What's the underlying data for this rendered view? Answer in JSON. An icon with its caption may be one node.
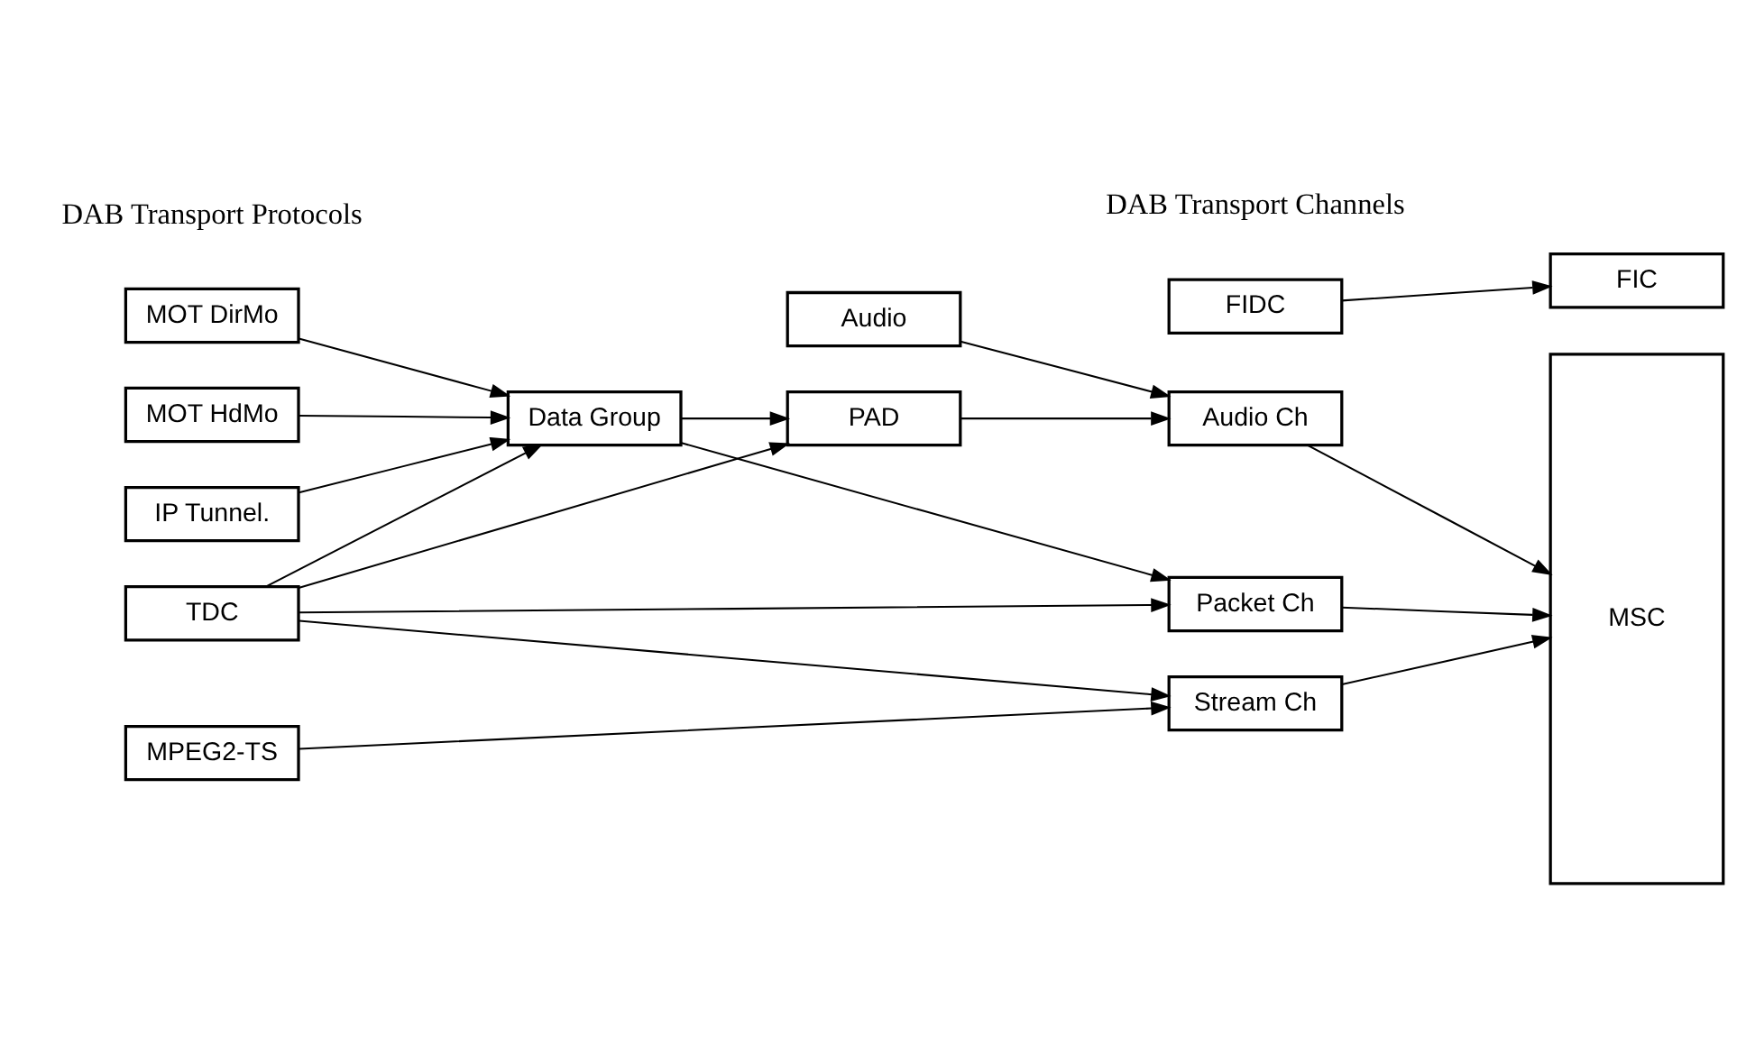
{
  "diagram": {
    "nodes": [
      {
        "text": [
          "FIDC"
        ]
      },
      {
        "text": [
          "FIC"
        ]
      },
      {
        "text": [
          "Audio"
        ]
      },
      {
        "text": [
          "PAD"
        ]
      },
      {
        "text": [
          "Audio Ch"
        ]
      },
      {
        "text": [
          "MOT DirMo"
        ]
      },
      {
        "text": [
          "Data Group"
        ]
      },
      {
        "text": [
          "Packet Ch"
        ]
      },
      {
        "text": [
          "MSC"
        ]
      },
      {
        "text": [
          "MOT HdMo"
        ]
      },
      {
        "text": [
          "IP Tunnel."
        ]
      },
      {
        "text": [
          "TDC"
        ]
      },
      {
        "text": [
          "Stream Ch"
        ]
      },
      {
        "text": [
          "MPEG2-TS"
        ]
      }
    ],
    "edges": [
      {
        "from": 0,
        "to": 1,
        "arrow": "to"
      },
      {
        "from": 2,
        "to": 4,
        "arrow": "to"
      },
      {
        "from": 3,
        "to": 4,
        "arrow": "to"
      },
      {
        "from": 4,
        "to": 8,
        "arrow": "to"
      },
      {
        "from": 5,
        "to": 6,
        "arrow": "to"
      },
      {
        "from": 6,
        "to": 7,
        "arrow": "to"
      },
      {
        "from": 7,
        "to": 8,
        "arrow": "to"
      },
      {
        "from": 9,
        "to": 6,
        "arrow": "to"
      },
      {
        "from": 10,
        "to": 6,
        "arrow": "to"
      },
      {
        "from": 11,
        "to": 6,
        "arrow": "to"
      },
      {
        "from": 6,
        "to": 3,
        "arrow": "to"
      },
      {
        "from": 11,
        "to": 3,
        "arrow": "to"
      },
      {
        "from": 11,
        "to": 7,
        "arrow": "to"
      },
      {
        "from": 11,
        "to": 12,
        "arrow": "to"
      },
      {
        "from": 13,
        "to": 12,
        "arrow": "to"
      },
      {
        "from": 12,
        "to": 8,
        "arrow": "to"
      }
    ],
    "labels": [
      "DAB Transport Protocols",
      "DAB Transport Channels"
    ]
  }
}
